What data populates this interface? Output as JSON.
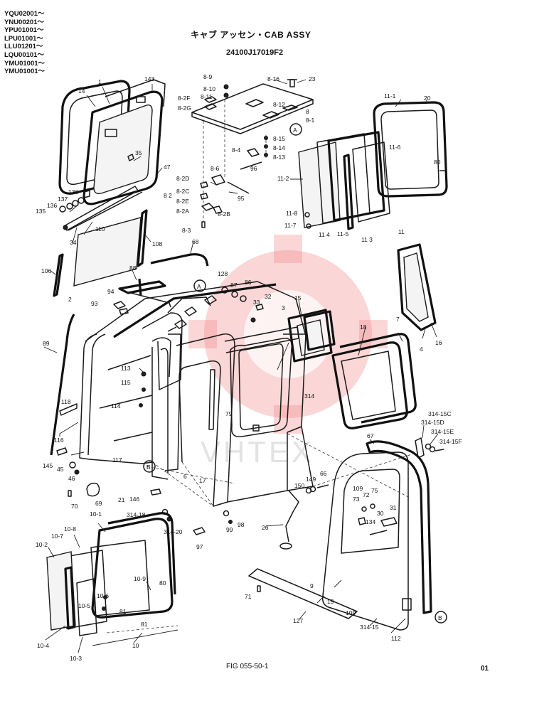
{
  "header": {
    "serials": [
      "YQU02001～",
      "YNU00201～",
      "YPU01001～",
      "LPU01001～",
      "LLU01201～",
      "LQU00101～",
      "YMU01001～",
      "YMU01001～"
    ],
    "title": "キャブ アッセン・CAB ASSY",
    "part_number": "24100J17019F2"
  },
  "footer": {
    "figure": "FIG 055-50-1",
    "page": "01"
  },
  "watermark": {
    "text": "VHTEX",
    "color": "#f28a8a"
  },
  "callouts": [
    {
      "id": "c1",
      "text": "14"
    },
    {
      "id": "c2",
      "text": "1"
    },
    {
      "id": "c3",
      "text": "143"
    },
    {
      "id": "c4",
      "text": "35"
    },
    {
      "id": "c5",
      "text": "47"
    },
    {
      "id": "c6",
      "text": "136"
    },
    {
      "id": "c7",
      "text": "137"
    },
    {
      "id": "c8",
      "text": "136"
    },
    {
      "id": "c9",
      "text": "135"
    },
    {
      "id": "c10",
      "text": "34"
    },
    {
      "id": "c11",
      "text": "110"
    },
    {
      "id": "c12",
      "text": "108"
    },
    {
      "id": "c13",
      "text": "106"
    },
    {
      "id": "c14",
      "text": "2"
    },
    {
      "id": "c15",
      "text": "68"
    },
    {
      "id": "c16",
      "text": "88"
    },
    {
      "id": "c17",
      "text": "94"
    },
    {
      "id": "c18",
      "text": "93"
    },
    {
      "id": "c19",
      "text": "89"
    },
    {
      "id": "c20",
      "text": "113"
    },
    {
      "id": "c21",
      "text": "115"
    },
    {
      "id": "c22",
      "text": "114"
    },
    {
      "id": "c23",
      "text": "118"
    },
    {
      "id": "c24",
      "text": "116"
    },
    {
      "id": "c25",
      "text": "117"
    },
    {
      "id": "c26",
      "text": "145"
    },
    {
      "id": "c27",
      "text": "45"
    },
    {
      "id": "c28",
      "text": "46"
    },
    {
      "id": "c29",
      "text": "70"
    },
    {
      "id": "c30",
      "text": "69"
    },
    {
      "id": "c31",
      "text": "146"
    },
    {
      "id": "c32",
      "text": "21"
    },
    {
      "id": "c33",
      "text": "314-18"
    },
    {
      "id": "c34",
      "text": "314-20"
    },
    {
      "id": "c35",
      "text": "97"
    },
    {
      "id": "c36",
      "text": "99"
    },
    {
      "id": "c37",
      "text": "98"
    },
    {
      "id": "c38",
      "text": "6"
    },
    {
      "id": "c39",
      "text": "17"
    },
    {
      "id": "c40",
      "text": "79"
    },
    {
      "id": "c41",
      "text": "314"
    },
    {
      "id": "c42",
      "text": "128"
    },
    {
      "id": "c43",
      "text": "87"
    },
    {
      "id": "c44",
      "text": "86"
    },
    {
      "id": "c45",
      "text": "32"
    },
    {
      "id": "c46",
      "text": "33"
    },
    {
      "id": "c47",
      "text": "3"
    },
    {
      "id": "c48",
      "text": "15"
    },
    {
      "id": "c49",
      "text": "18"
    },
    {
      "id": "c50",
      "text": "7"
    },
    {
      "id": "c51",
      "text": "4"
    },
    {
      "id": "c52",
      "text": "16"
    },
    {
      "id": "c53",
      "text": "8-9"
    },
    {
      "id": "c54",
      "text": "8-10"
    },
    {
      "id": "c55",
      "text": "8-2F"
    },
    {
      "id": "c56",
      "text": "8-11"
    },
    {
      "id": "c57",
      "text": "8-2G"
    },
    {
      "id": "c58",
      "text": "8-16"
    },
    {
      "id": "c59",
      "text": "23"
    },
    {
      "id": "c60",
      "text": "8-12"
    },
    {
      "id": "c61",
      "text": "8"
    },
    {
      "id": "c62",
      "text": "8-1"
    },
    {
      "id": "c63",
      "text": "8-15"
    },
    {
      "id": "c64",
      "text": "8-14"
    },
    {
      "id": "c65",
      "text": "8-4"
    },
    {
      "id": "c66",
      "text": "8-13"
    },
    {
      "id": "c67",
      "text": "96"
    },
    {
      "id": "c68",
      "text": "8-6"
    },
    {
      "id": "c69",
      "text": "8-2D"
    },
    {
      "id": "c70",
      "text": "8-2C"
    },
    {
      "id": "c71",
      "text": "8-2E"
    },
    {
      "id": "c72",
      "text": "8 2"
    },
    {
      "id": "c73",
      "text": "8-2A"
    },
    {
      "id": "c74",
      "text": "8-2B"
    },
    {
      "id": "c75",
      "text": "8-3"
    },
    {
      "id": "c76",
      "text": "95"
    },
    {
      "id": "c77",
      "text": "11-1"
    },
    {
      "id": "c78",
      "text": "20"
    },
    {
      "id": "c79",
      "text": "11-6"
    },
    {
      "id": "c80",
      "text": "80"
    },
    {
      "id": "c81",
      "text": "11-2"
    },
    {
      "id": "c82",
      "text": "11-8"
    },
    {
      "id": "c83",
      "text": "11-7"
    },
    {
      "id": "c84",
      "text": "11 4"
    },
    {
      "id": "c85",
      "text": "11-5"
    },
    {
      "id": "c86",
      "text": "11 3"
    },
    {
      "id": "c87",
      "text": "11"
    },
    {
      "id": "c88",
      "text": "314-15C"
    },
    {
      "id": "c89",
      "text": "314-15D"
    },
    {
      "id": "c90",
      "text": "314-15E"
    },
    {
      "id": "c91",
      "text": "314-15F"
    },
    {
      "id": "c92",
      "text": "67"
    },
    {
      "id": "c93",
      "text": "66"
    },
    {
      "id": "c94",
      "text": "149"
    },
    {
      "id": "c95",
      "text": "150"
    },
    {
      "id": "c96",
      "text": "109"
    },
    {
      "id": "c97",
      "text": "72"
    },
    {
      "id": "c98",
      "text": "75"
    },
    {
      "id": "c99",
      "text": "73"
    },
    {
      "id": "c100",
      "text": "30"
    },
    {
      "id": "c101",
      "text": "31"
    },
    {
      "id": "c102",
      "text": "134"
    },
    {
      "id": "c103",
      "text": "26"
    },
    {
      "id": "c104",
      "text": "9"
    },
    {
      "id": "c105",
      "text": "19"
    },
    {
      "id": "c106",
      "text": "109"
    },
    {
      "id": "c107",
      "text": "314-15"
    },
    {
      "id": "c108",
      "text": "112"
    },
    {
      "id": "c109",
      "text": "127"
    },
    {
      "id": "c110",
      "text": "71"
    },
    {
      "id": "c111",
      "text": "10-1"
    },
    {
      "id": "c112",
      "text": "10-7"
    },
    {
      "id": "c113",
      "text": "10-8"
    },
    {
      "id": "c114",
      "text": "10-2"
    },
    {
      "id": "c115",
      "text": "10-9"
    },
    {
      "id": "c116",
      "text": "80"
    },
    {
      "id": "c117",
      "text": "10-6"
    },
    {
      "id": "c118",
      "text": "10-5"
    },
    {
      "id": "c119",
      "text": "81"
    },
    {
      "id": "c120",
      "text": "81"
    },
    {
      "id": "c121",
      "text": "10-4"
    },
    {
      "id": "c122",
      "text": "10-3"
    },
    {
      "id": "c123",
      "text": "10"
    }
  ],
  "reference_marks": [
    {
      "id": "ra1",
      "text": "A"
    },
    {
      "id": "ra2",
      "text": "A"
    },
    {
      "id": "rb1",
      "text": "B"
    },
    {
      "id": "rb2",
      "text": "B"
    }
  ]
}
